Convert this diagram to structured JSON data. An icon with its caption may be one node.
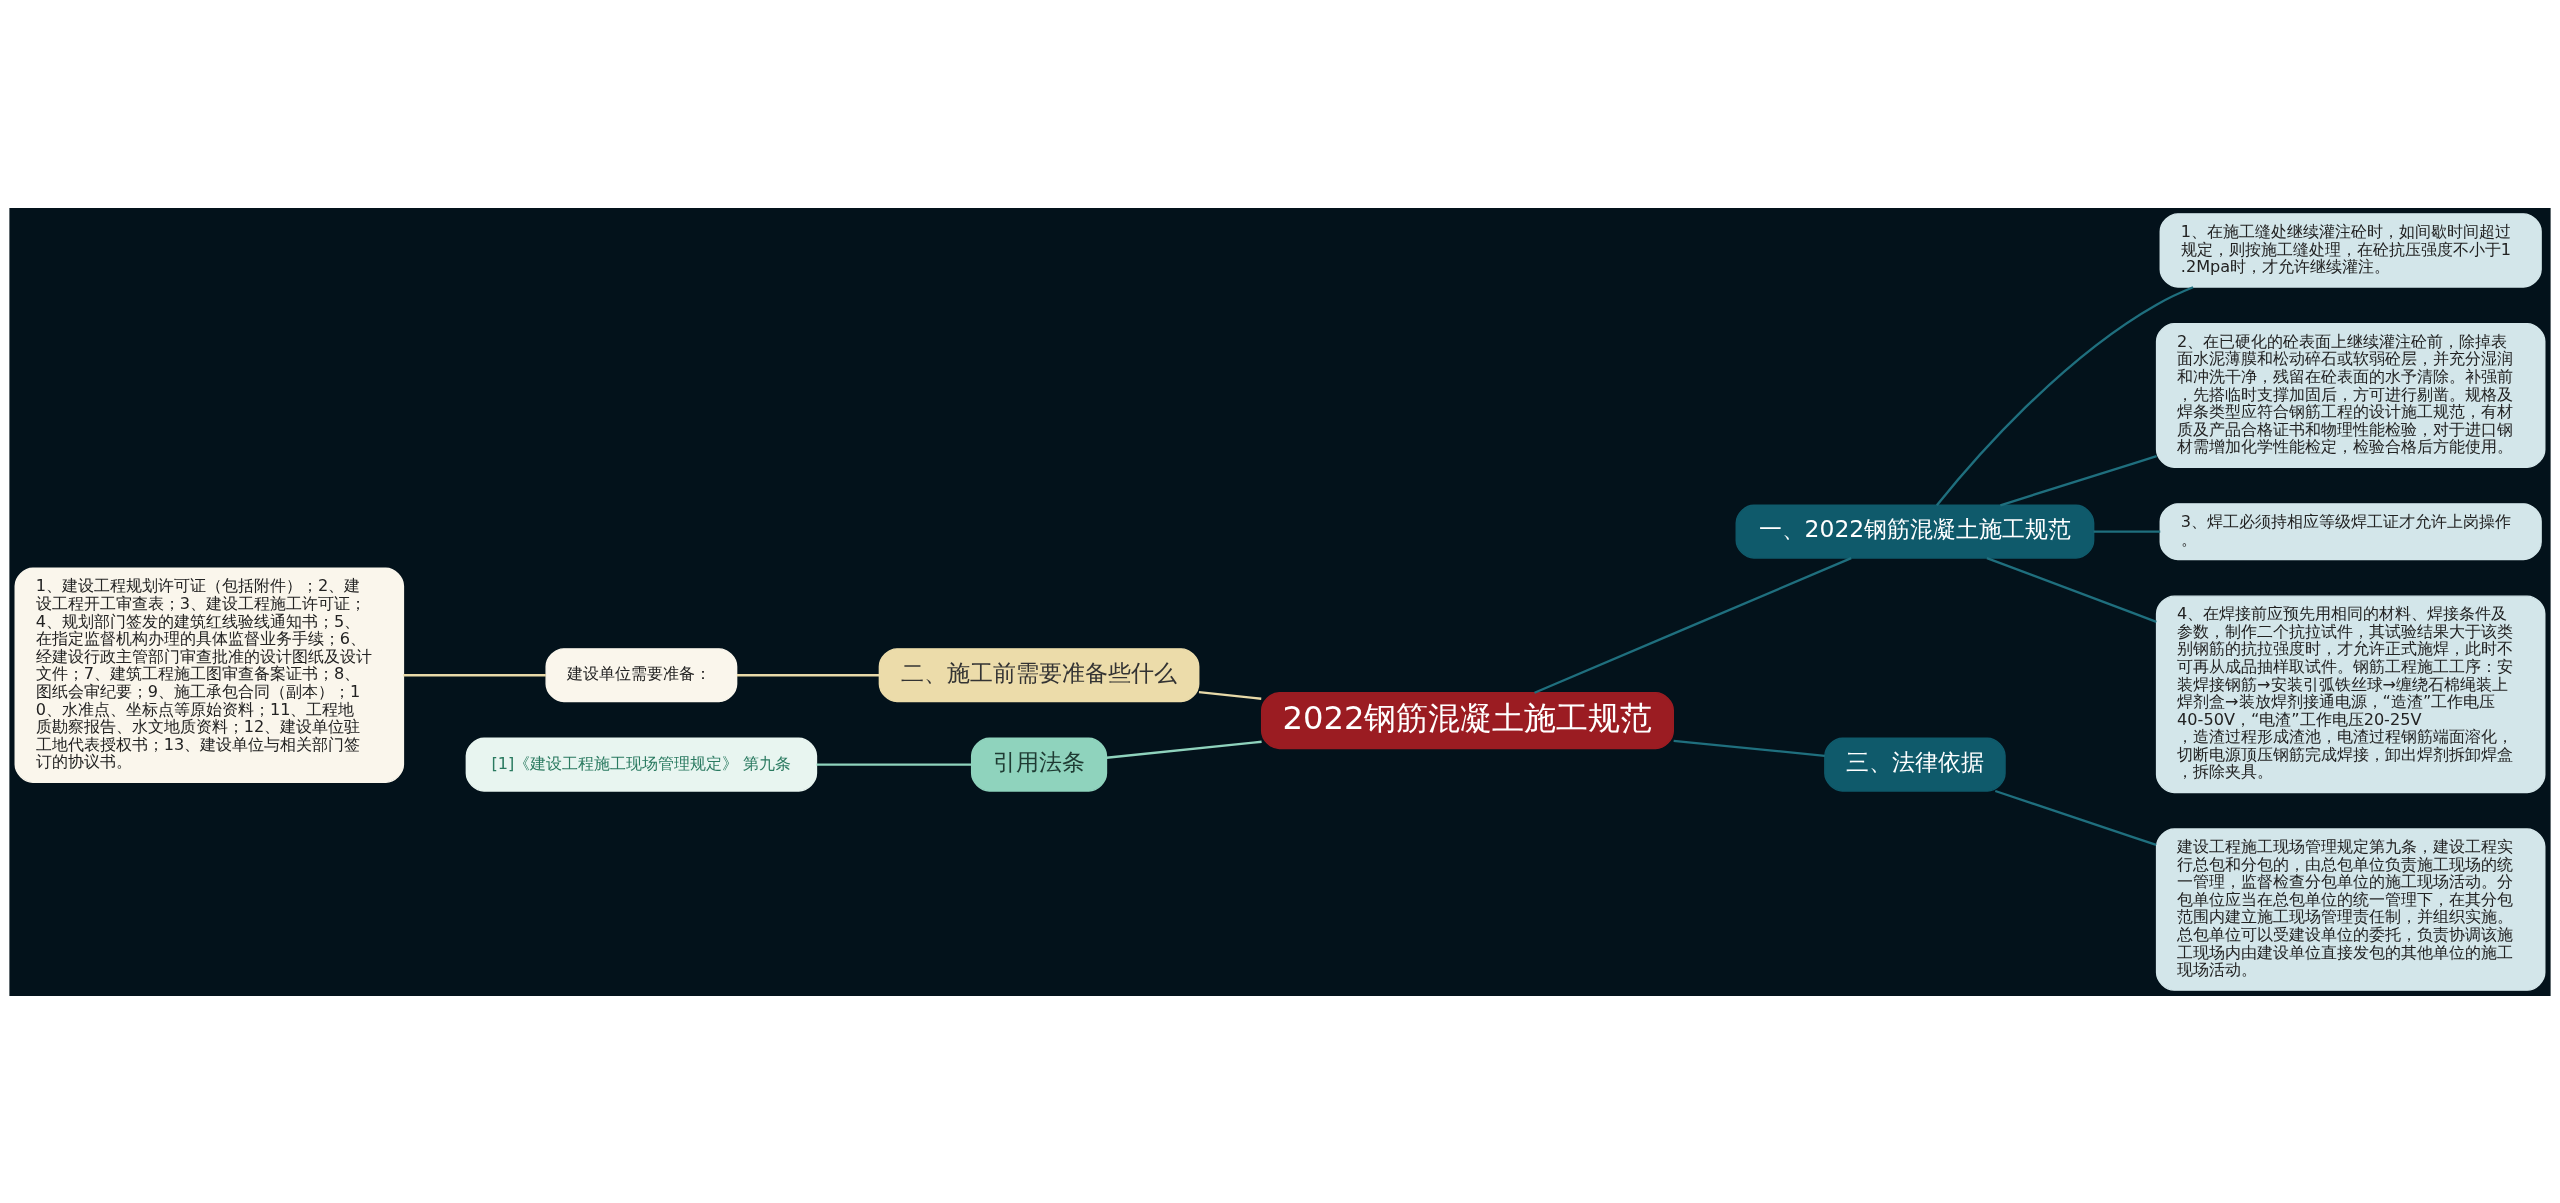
{
  "diagram": {
    "nodes": [
      {
        "text": [
          "2022钢筋混凝土施工规范"
        ]
      },
      {
        "text": [
          "一、2022钢筋混凝土施工规范"
        ]
      },
      {
        "text": [
          "1、在施工缝处继续灌注砼时，如间歇时间超过规定，则按施工缝处理，在砼抗压强度不小于1.2Mpa时，才允许继续灌注。"
        ]
      },
      {
        "text": [
          "2、在已硬化的砼表面上继续灌注砼前，除掉表面水泥薄膜和松动碎石或软弱砼层，并充分湿润和冲洗干净，残留在砼表面的水予清除。补强前，先搭临时支撑加固后，方可进行剔凿。规格及焊条类型应符合钢筋工程的设计施工规范，有材质及产品合格证书和物理性能检验，对于进口钢材需增加化学性能检定，检验合格后方能使用。"
        ]
      },
      {
        "text": [
          "3、焊工必须持相应等级焊工证才允许上岗操作。"
        ]
      },
      {
        "text": [
          "4、在焊接前应预先用相同的材料、焊接条件及参数，制作二个抗拉试件，其试验结果大于该类别钢筋的抗拉强度时，才允许正式施焊，此时不可再从成品抽样取试件。钢筋工程施工工序：安装焊接钢筋→安装引弧铁丝球→缠绕石棉绳装上焊剂盒→装放焊剂接通电源，“造渣”工作电压40-50V，“电渣”工作电压20-25V，造渣过程形成渣池，电渣过程钢筋端面溶化，切断电源顶压钢筋完成焊接，卸出焊剂拆卸焊盒，拆除夹具。"
        ]
      },
      {
        "text": [
          "二、施工前需要准备些什么"
        ]
      },
      {
        "text": [
          "建设单位需要准备："
        ]
      },
      {
        "text": [
          "1、建设工程规划许可证（包括附件）；2、建设工程开工审查表；3、建设工程施工许可证；4、规划部门签发的建筑红线验线通知书；5、在指定监督机构办理的具体监督业务手续；6、经建设行政主管部门审查批准的设计图纸及设计文件；7、建筑工程施工图审查备案证书；8、图纸会审纪要；9、施工承包合同（副本）；10、水准点、坐标点等原始资料；11、工程地质勘察报告、水文地质资料；12、建设单位驻工地代表授权书；13、建设单位与相关部门签订的协议书。"
        ]
      },
      {
        "text": [
          "引用法条"
        ]
      },
      {
        "text": [
          "[1]《建设工程施工现场管理规定》 第九条"
        ]
      },
      {
        "text": [
          "三、法律依据"
        ]
      },
      {
        "text": [
          "建设工程施工现场管理规定第九条，建设工程实行总包和分包的，由总包单位负责施工现场的统一管理，监督检查分包单位的施工现场活动。分包单位应当在总包单位的统一管理下，在其分包范围内建立施工现场管理责任制，并组织实施。总包单位可以受建设单位的委托，负责协调该施工现场内由建设单位直接发包的其他单位的施工现场活动。"
        ]
      }
    ],
    "edges": [
      {
        "from": 0,
        "to": 1,
        "arrow": "none"
      },
      {
        "from": 1,
        "to": 2,
        "arrow": "none"
      },
      {
        "from": 1,
        "to": 3,
        "arrow": "none"
      },
      {
        "from": 1,
        "to": 4,
        "arrow": "none"
      },
      {
        "from": 1,
        "to": 5,
        "arrow": "none"
      },
      {
        "from": 8,
        "to": 7,
        "arrow": "none",
        "color": "#e8d9a8"
      },
      {
        "from": 7,
        "to": 6,
        "arrow": "none",
        "color": "#e8d9a8"
      },
      {
        "from": 6,
        "to": 0,
        "arrow": "none",
        "color": "#e8d9a8"
      },
      {
        "from": 10,
        "to": 9,
        "arrow": "none",
        "color": "#8fd3bd"
      },
      {
        "from": 9,
        "to": 0,
        "arrow": "none",
        "color": "#8fd3bd"
      },
      {
        "from": 0,
        "to": 11,
        "arrow": "none"
      },
      {
        "from": 11,
        "to": 12,
        "arrow": "none"
      }
    ]
  }
}
